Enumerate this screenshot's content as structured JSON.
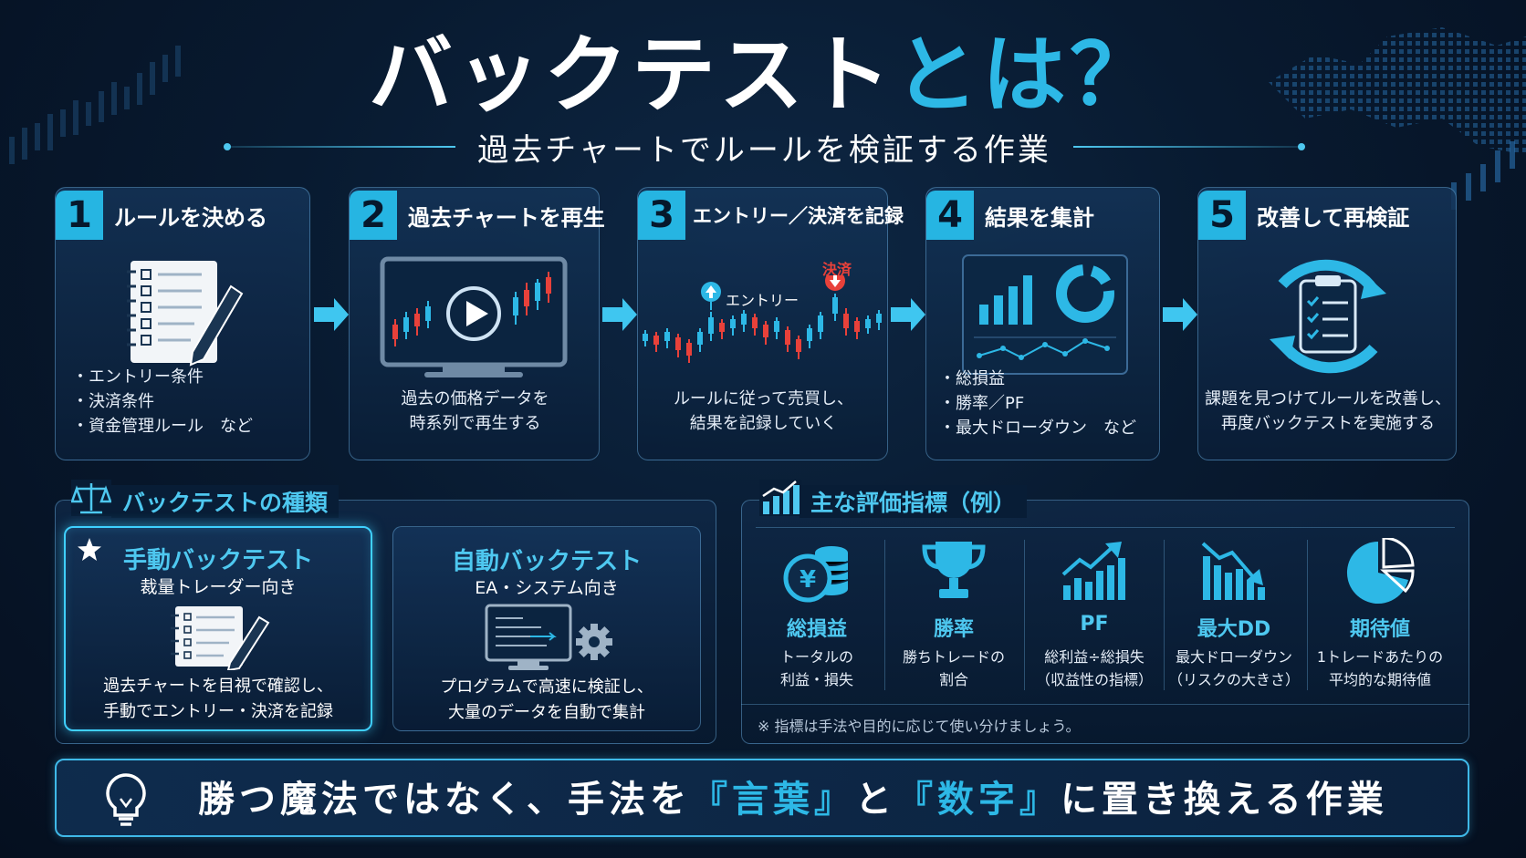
{
  "title": {
    "part1": "バックテスト",
    "part2": "とは？"
  },
  "subtitle": "過去チャートでルールを検証する作業",
  "colors": {
    "accent": "#26b5e2",
    "bg": "#081a30",
    "up": "#2db8e6",
    "down": "#e8413a"
  },
  "steps": [
    {
      "num": "1",
      "title": "ルールを決める",
      "icon": "notebook-pen-icon",
      "lines": [
        "・エントリー条件",
        "・決済条件",
        "・資金管理ルール　など"
      ]
    },
    {
      "num": "2",
      "title": "過去チャートを再生",
      "icon": "monitor-play-icon",
      "lines": [
        "過去の価格データを",
        "時系列で再生する"
      ]
    },
    {
      "num": "3",
      "title": "エントリー／決済を記録",
      "icon": "candlestick-chart-icon",
      "entry_label": "エントリー",
      "exit_label": "決済",
      "lines": [
        "ルールに従って売買し、",
        "結果を記録していく"
      ]
    },
    {
      "num": "4",
      "title": "結果を集計",
      "icon": "dashboard-icon",
      "lines": [
        "・総損益",
        "・勝率／PF",
        "・最大ドローダウン　など"
      ]
    },
    {
      "num": "5",
      "title": "改善して再検証",
      "icon": "cycle-clipboard-icon",
      "lines": [
        "課題を見つけてルールを改善し、",
        "再度バックテストを実施する"
      ]
    }
  ],
  "types_panel": {
    "title": "バックテストの種類",
    "icon": "scale-icon",
    "manual": {
      "title": "手動バックテスト",
      "sub": "裁量トレーダー向き",
      "lines": [
        "過去チャートを目視で確認し、",
        "手動でエントリー・決済を記録"
      ]
    },
    "auto": {
      "title": "自動バックテスト",
      "sub": "EA・システム向き",
      "lines": [
        "プログラムで高速に検証し、",
        "大量のデータを自動で集計"
      ]
    }
  },
  "metrics_panel": {
    "title": "主な評価指標（例）",
    "icon": "bar-chart-icon",
    "items": [
      {
        "name": "総損益",
        "icon": "coins-icon",
        "lines": [
          "トータルの",
          "利益・損失"
        ]
      },
      {
        "name": "勝率",
        "icon": "trophy-icon",
        "lines": [
          "勝ちトレードの",
          "割合"
        ]
      },
      {
        "name": "PF",
        "icon": "rising-chart-icon",
        "lines": [
          "総利益÷総損失",
          "（収益性の指標）"
        ]
      },
      {
        "name": "最大DD",
        "icon": "falling-chart-icon",
        "lines": [
          "最大ドローダウン",
          "（リスクの大きさ）"
        ]
      },
      {
        "name": "期待値",
        "icon": "pie-chart-icon",
        "lines": [
          "1トレードあたりの",
          "平均的な期待値"
        ]
      }
    ],
    "note": "※ 指標は手法や目的に応じて使い分けましょう。"
  },
  "banner": {
    "icon": "lightbulb-icon",
    "t1": "勝つ魔法ではなく、手法を",
    "q1": "『言葉』",
    "t2": "と",
    "q2": "『数字』",
    "t3": "に置き換える作業"
  }
}
